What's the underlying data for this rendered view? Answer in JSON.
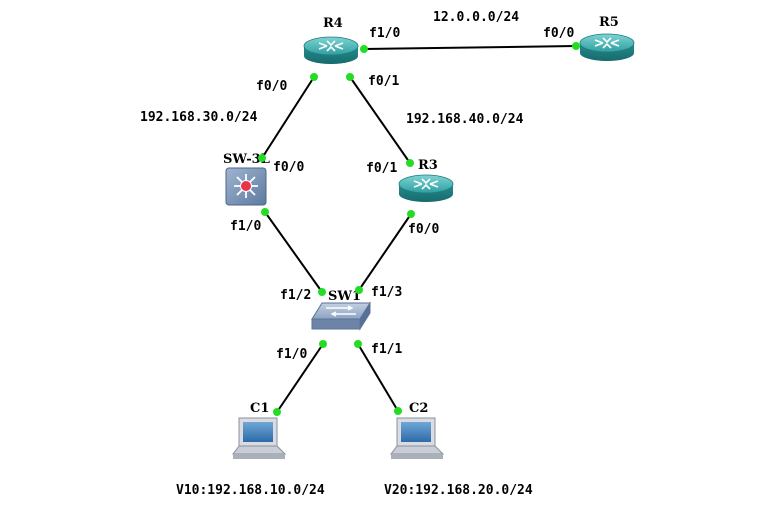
{
  "devices": {
    "r4": {
      "name": "R4",
      "icon": "router-icon"
    },
    "r5": {
      "name": "R5",
      "icon": "router-icon"
    },
    "r3": {
      "name": "R3",
      "icon": "router-icon"
    },
    "sw3": {
      "name": "SW-3L",
      "icon": "multilayer-switch-icon"
    },
    "sw1": {
      "name": "SW1",
      "icon": "switch-icon"
    },
    "c1": {
      "name": "C1",
      "icon": "laptop-icon"
    },
    "c2": {
      "name": "C2",
      "icon": "laptop-icon"
    }
  },
  "ports": {
    "r4_f10": "f1/0",
    "r5_f00": "f0/0",
    "r4_f00": "f0/0",
    "r4_f01": "f0/1",
    "sw3_f00": "f0/0",
    "r3_f01": "f0/1",
    "sw3_f10": "f1/0",
    "r3_f00": "f0/0",
    "sw1_f12": "f1/2",
    "sw1_f13": "f1/3",
    "sw1_f10": "f1/0",
    "sw1_f11": "f1/1"
  },
  "networks": {
    "r4_r5": "12.0.0.0/24",
    "r4_sw3": "192.168.30.0/24",
    "r4_r3": "192.168.40.0/24",
    "vlan10": "V10:192.168.10.0/24",
    "vlan20": "V20:192.168.20.0/24"
  },
  "colors": {
    "link": "#000000",
    "port_dot": "#22dd22",
    "router_body": "#2a9a9c",
    "switch_body": "#7f9bbd"
  }
}
